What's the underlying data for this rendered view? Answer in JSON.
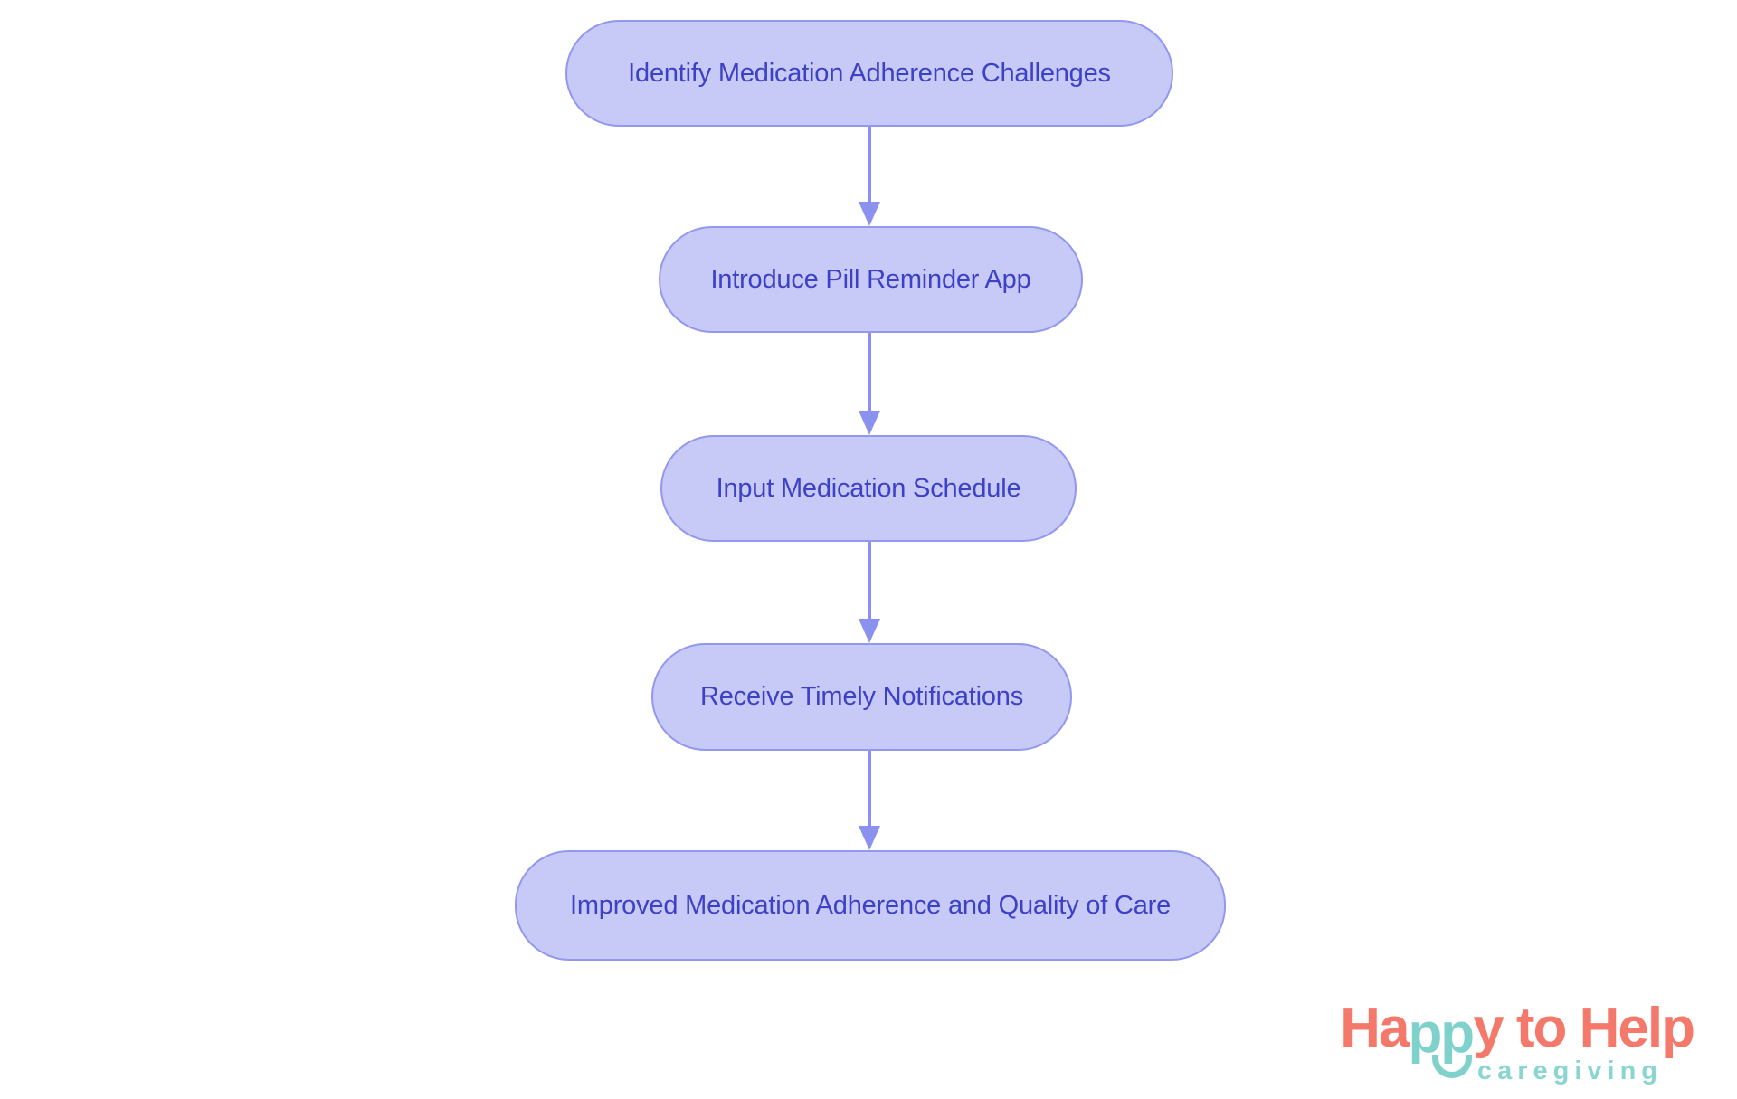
{
  "flowchart": {
    "type": "vertical-flow",
    "nodes": [
      {
        "id": 0,
        "label": "Identify Medication Adherence Challenges"
      },
      {
        "id": 1,
        "label": "Introduce Pill Reminder App"
      },
      {
        "id": 2,
        "label": "Input Medication Schedule"
      },
      {
        "id": 3,
        "label": "Receive Timely Notifications"
      },
      {
        "id": 4,
        "label": "Improved Medication Adherence and Quality of Care"
      }
    ],
    "edges": [
      [
        0,
        1
      ],
      [
        1,
        2
      ],
      [
        2,
        3
      ],
      [
        3,
        4
      ]
    ],
    "colors": {
      "node_fill": "#c7c9f7",
      "node_border": "#9298f0",
      "node_text": "#3d41c6",
      "arrow": "#8b91ee",
      "background": "#ffffff"
    }
  },
  "logo": {
    "wordmark_part1": "Ha",
    "wordmark_part2": "pp",
    "wordmark_part3": "y to Help",
    "subtitle": "caregiving",
    "colors": {
      "coral": "#f4796b",
      "teal": "#7fd1cb",
      "subtitle_teal": "#8bd5d0"
    }
  }
}
